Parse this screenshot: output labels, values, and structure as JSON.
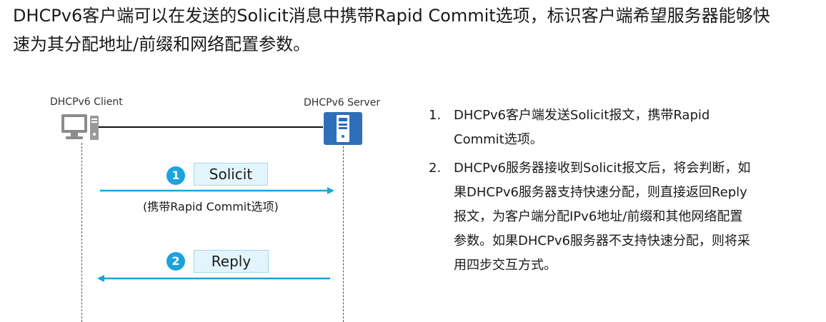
{
  "intro": {
    "line1": "DHCPv6客户端可以在发送的Solicit消息中携带Rapid Commit选项，标识客户端希望服务器能够快",
    "line2": "速为其分配地址/前缀和网络配置参数。"
  },
  "diagram": {
    "client_label": "DHCPv6 Client",
    "server_label": "DHCPv6 Server",
    "step1": {
      "number": "1",
      "message": "Solicit",
      "note": "(携带Rapid Commit选项)",
      "direction": "client-to-server"
    },
    "step2": {
      "number": "2",
      "message": "Reply",
      "direction": "server-to-client"
    },
    "colors": {
      "accent": "#1aa3dc",
      "box_fill": "#e3f5fc",
      "server_blue": "#2f6fba",
      "pc_gray": "#8c8c8c"
    },
    "icons": {
      "client": "desktop-pc-icon",
      "server": "server-tower-icon"
    }
  },
  "steps": [
    {
      "num": "1.",
      "lines": [
        "DHCPv6客户端发送Solicit报文，携带Rapid",
        "Commit选项。"
      ]
    },
    {
      "num": "2.",
      "lines": [
        "DHCPv6服务器接收到Solicit报文后，将会判断，如",
        "果DHCPv6服务器支持快速分配，则直接返回Reply",
        "报文，为客户端分配IPv6地址/前缀和其他网络配置",
        "参数。如果DHCPv6服务器不支持快速分配，则将采",
        "用四步交互方式。"
      ]
    }
  ]
}
